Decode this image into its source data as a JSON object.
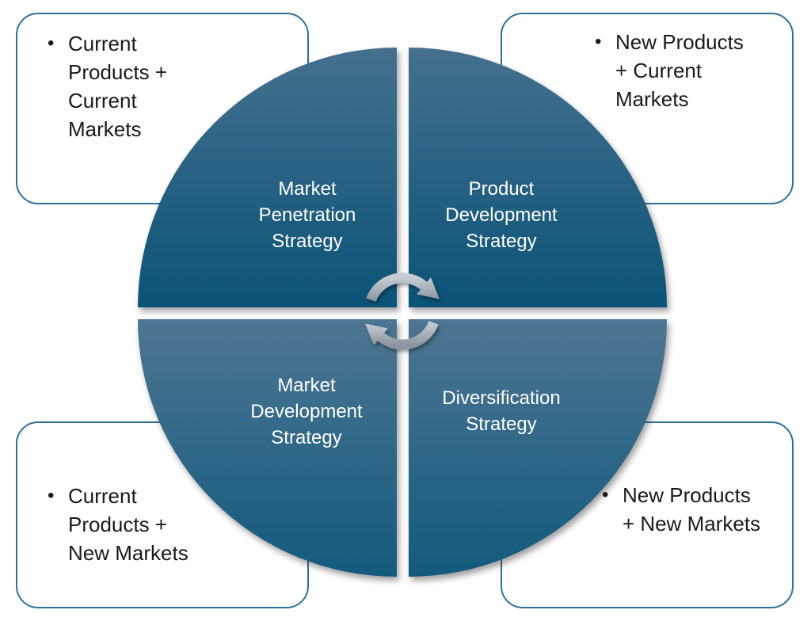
{
  "diagram_type": "ansoff-growth-matrix",
  "bullet_char": "•",
  "quadrants": {
    "top_left": {
      "label": "Market\nPenetration\nStrategy"
    },
    "top_right": {
      "label": "Product\nDevelopment\nStrategy"
    },
    "bottom_left": {
      "label": "Market\nDevelopment\nStrategy"
    },
    "bottom_right": {
      "label": "Diversification\nStrategy"
    }
  },
  "callouts": {
    "top_left": {
      "text": "Current\nProducts +\nCurrent\nMarkets"
    },
    "top_right": {
      "text": "New Products\n+ Current\nMarkets"
    },
    "bottom_left": {
      "text": "Current\nProducts +\nNew Markets"
    },
    "bottom_right": {
      "text": "New Products\n+ New Markets"
    }
  },
  "center_icon": "cycle-arrows",
  "colors": {
    "background": "#ffffff",
    "quad_top_a": "#45708e",
    "quad_top_b": "#0b5377",
    "quad_bottom_a": "#4e7592",
    "quad_bottom_b": "#135a7d",
    "callout_border": "#2e6f9a",
    "callout_text": "#1a1a1a",
    "label_text": "#ffffff",
    "arrow_a": "#c6ccd2",
    "arrow_b": "#8d96a0"
  }
}
